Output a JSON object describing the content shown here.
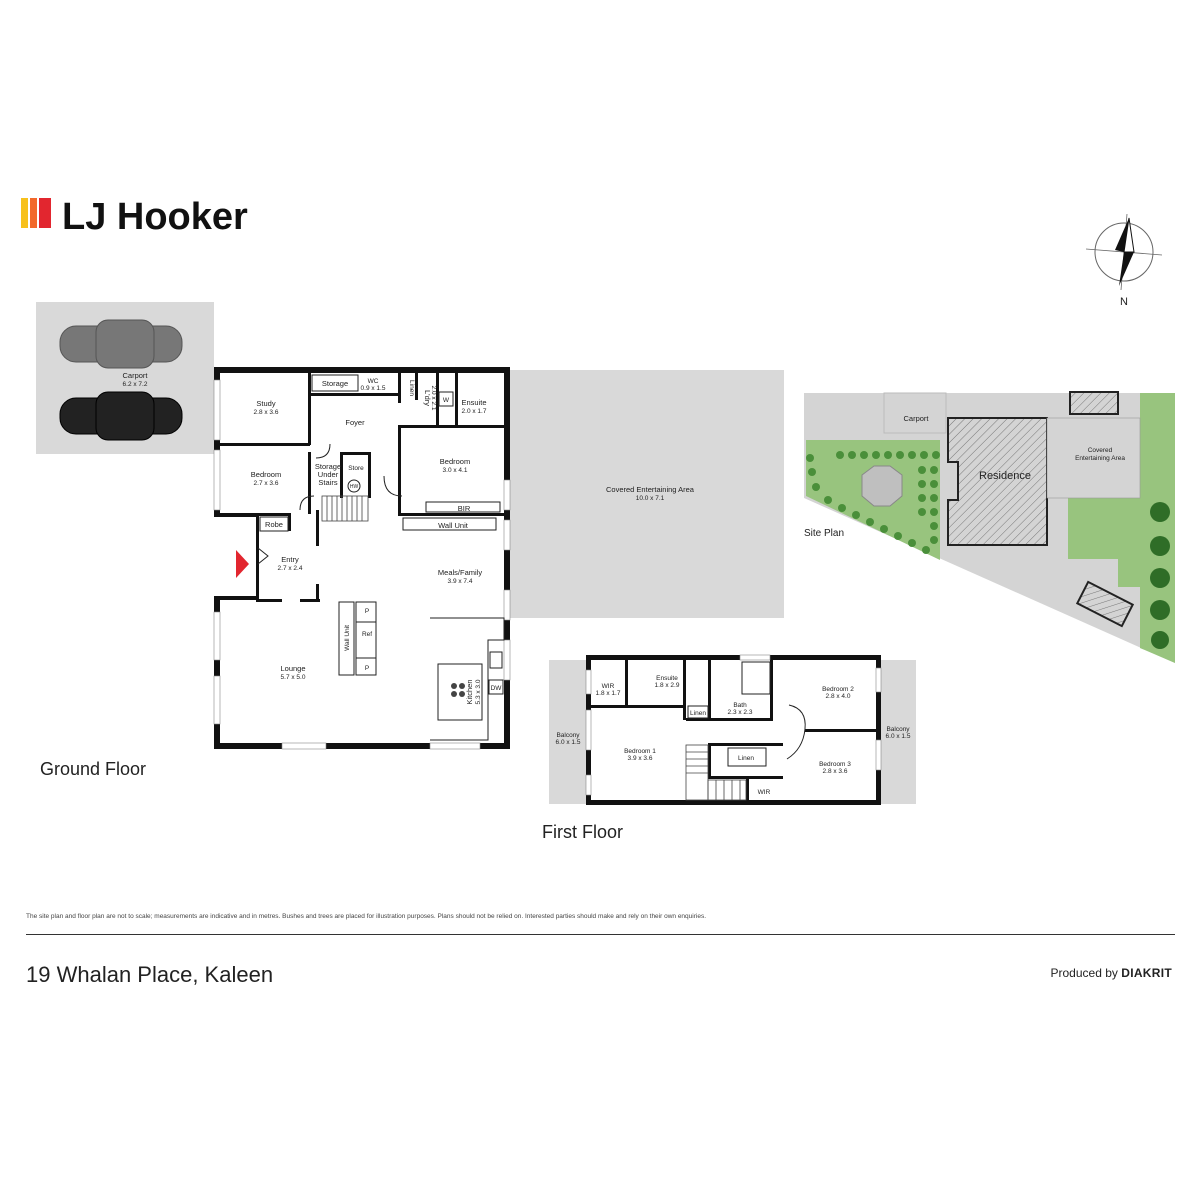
{
  "brand": {
    "name": "LJ Hooker",
    "stripe_colors": [
      "#f7c11d",
      "#f2682a",
      "#e2262f"
    ]
  },
  "compass": {
    "label": "N"
  },
  "ground_floor": {
    "title": "Ground Floor",
    "carport": {
      "name": "Carport",
      "size": "6.2 x 7.2"
    },
    "study": {
      "name": "Study",
      "size": "2.8 x 3.6"
    },
    "storage": "Storage",
    "wc": {
      "name": "WC",
      "size": "0.9 x 1.5"
    },
    "linen": "Linen",
    "laundry": {
      "name": "L'dry",
      "size": "2.0 x 2.1"
    },
    "laundry_w": "W",
    "ensuite": {
      "name": "Ensuite",
      "size": "2.0 x 1.7"
    },
    "foyer": "Foyer",
    "bedroom_small": {
      "name": "Bedroom",
      "size": "2.7 x 3.6"
    },
    "storage_under_stairs": [
      "Storage",
      "Under",
      "Stairs"
    ],
    "store": "Store",
    "hw": "HW",
    "bedroom_main": {
      "name": "Bedroom",
      "size": "3.0 x 4.1"
    },
    "bir": "BIR",
    "wall_unit": "Wall Unit",
    "robe": "Robe",
    "entry": {
      "name": "Entry",
      "size": "2.7 x 2.4"
    },
    "meals_family": {
      "name": "Meals/Family",
      "size": "3.9 x 7.4"
    },
    "covered_entertaining": {
      "name": "Covered Entertaining Area",
      "size": "10.0 x 7.1"
    },
    "lounge": {
      "name": "Lounge",
      "size": "5.7 x 5.0"
    },
    "wall_unit_vertical": "Wall Unit",
    "pantry_top": "P",
    "ref": "Ref",
    "pantry_bottom": "P",
    "kitchen": {
      "name": "Kitchen",
      "size": "5.3 x 3.0"
    },
    "dw": "DW"
  },
  "first_floor": {
    "title": "First Floor",
    "balcony_left": {
      "name": "Balcony",
      "size": "6.0 x 1.5"
    },
    "balcony_right": {
      "name": "Balcony",
      "size": "6.0 x 1.5"
    },
    "wir_top": {
      "name": "WIR",
      "size": "1.8 x 1.7"
    },
    "ensuite": {
      "name": "Ensuite",
      "size": "1.8 x 2.9"
    },
    "linen_small": "Linen",
    "bath": {
      "name": "Bath",
      "size": "2.3 x 2.3"
    },
    "bedroom2": {
      "name": "Bedroom 2",
      "size": "2.8 x 4.0"
    },
    "bedroom1": {
      "name": "Bedroom 1",
      "size": "3.9 x 3.6"
    },
    "linen": "Linen",
    "bedroom3": {
      "name": "Bedroom 3",
      "size": "2.8 x 3.6"
    },
    "wir_bottom": "WIR"
  },
  "site_plan": {
    "title": "Site Plan",
    "carport": "Carport",
    "residence": "Residence",
    "covered_entertaining": [
      "Covered",
      "Entertaining Area"
    ]
  },
  "footer": {
    "disclaimer": "The site plan and floor plan are not to scale; measurements are indicative and in metres. Bushes and trees are placed for illustration purposes. Plans should not be relied on. Interested parties should make and rely on their own enquiries.",
    "address": "19 Whalan Place, Kaleen",
    "produced_by_prefix": "Produced by",
    "produced_by_brand": "DIAKRIT"
  }
}
